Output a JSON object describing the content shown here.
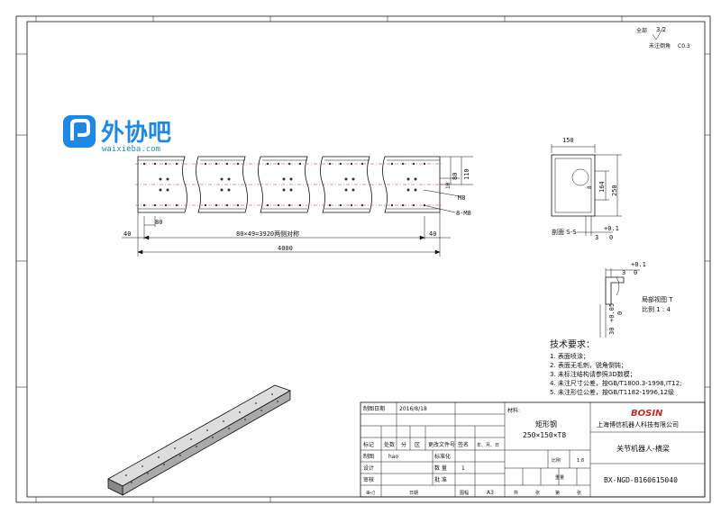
{
  "corner": {
    "roughness_label": "全部",
    "roughness_value": "3.2",
    "chamfer_label": "未注倒角",
    "chamfer_value": "C0.3"
  },
  "watermark": {
    "name": "外协吧",
    "url": "waixieba.com",
    "brand_color": "#1e88e5"
  },
  "main_view": {
    "dim_pitch": "80×49=3920两侧对称",
    "dim_total": "4000",
    "dim_end_left": "40",
    "dim_end_right": "40",
    "dim_hole_spacing": "80",
    "dim_v1": "80",
    "dim_v2": "110",
    "dim_v3": "10",
    "label_m8": "M8",
    "label_8m8": "8-M8"
  },
  "section_view": {
    "dim_width": "150",
    "dim_h1": "164",
    "dim_h2": "250",
    "dim_wall": "8",
    "label": "剖面 S-S",
    "tol_upper": "+0.1",
    "tol_base": "3",
    "tol_lower": "0"
  },
  "detail_view": {
    "tol_upper": "+0.1",
    "tol_base": "3",
    "tol_lower": "0",
    "vert_tol_upper": "+0.05",
    "vert_tol_base": "30",
    "vert_tol_lower": "0",
    "label": "局部视图 T",
    "scale": "比例 1 : 4"
  },
  "tech_requirements": {
    "title": "技术要求：",
    "items": [
      "1. 表面喷涂；",
      "2. 表面无毛刺，锐角倒钝；",
      "3. 未标注结构请参照3D数模；",
      "4. 未注尺寸公差，按GB/T1800.3-1998,IT12;",
      "5. 未注形位公差，按GB/T1182-1996,12级"
    ]
  },
  "title_block": {
    "date_label": "制图日期",
    "date_value": "2016/8/18",
    "material_label": "材料:",
    "material_value": "矩形钢",
    "material_spec": "250×150×T8",
    "brand": "BOSIN",
    "brand_color": "#c62828",
    "company": "上海博信机器人科技有限公司",
    "part_name": "关节机器人-横梁",
    "drawing_no": "BX-NGD-B160615040",
    "rev_headers": [
      "标记",
      "处数",
      "分",
      "区",
      "更改文件号",
      "签名",
      "年、月、日"
    ],
    "draw_label": "制图",
    "draw_value": "hao",
    "std_label": "标准化",
    "design_label": "设计",
    "qty_label": "数 量",
    "qty_value": "1",
    "check_label": "审核",
    "approve_label": "批 准",
    "scale_label": "比例",
    "scale_value": "1:8",
    "weight_label": "重量",
    "date_small": "日期",
    "sheet_label": "图幅",
    "sheet_value": "A3",
    "total_label": "共",
    "sheet_label2": "张",
    "page_label": "第",
    "page_label2": "张"
  }
}
